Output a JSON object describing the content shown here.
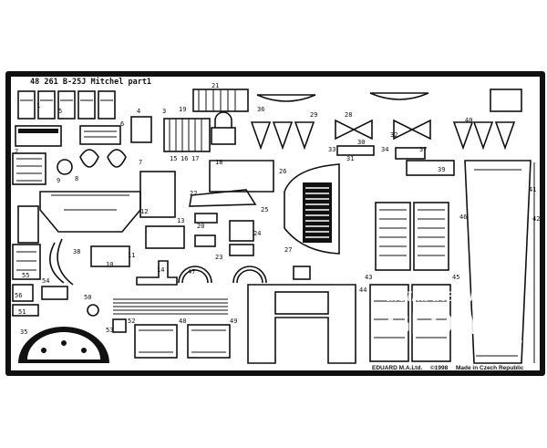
{
  "sheet": {
    "title": "48 261 B-25J Mitchel part1",
    "maker": "EDUARD M.A.Ltd.",
    "year": "©1998",
    "origin": "Made in Czech Republic"
  },
  "watermark": {
    "line1": "distributed by",
    "line2": "GLOW2B",
    "line3": "Germany"
  },
  "part_numbers": [
    "1",
    "2",
    "3",
    "4",
    "5",
    "6",
    "7",
    "8",
    "9",
    "10",
    "11",
    "12",
    "13",
    "14",
    "15",
    "16",
    "17",
    "18",
    "19",
    "20",
    "21",
    "22",
    "23",
    "24",
    "25",
    "26",
    "27",
    "28",
    "29",
    "30",
    "31",
    "32",
    "33",
    "34",
    "35",
    "36",
    "37",
    "38",
    "39",
    "40",
    "41",
    "42",
    "43",
    "44",
    "45",
    "46",
    "47",
    "48",
    "49",
    "50",
    "51",
    "52",
    "53",
    "54",
    "55",
    "56"
  ],
  "colors": {
    "metal": "#111111",
    "background": "#ffffff",
    "watermark": "#ffffff"
  }
}
